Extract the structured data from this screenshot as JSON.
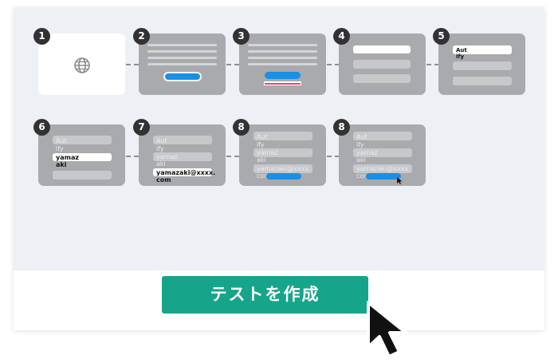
{
  "steps": [
    {
      "number": "1"
    },
    {
      "number": "2"
    },
    {
      "number": "3"
    },
    {
      "number": "4"
    },
    {
      "number": "5",
      "field_text": "Aut\nify"
    },
    {
      "number": "6",
      "lines": [
        "Aut",
        "ify",
        "yamaz",
        "aki"
      ]
    },
    {
      "number": "7",
      "lines": [
        "Aut",
        "ify",
        "yamaz",
        "aki",
        "yamazaki@xxxx.",
        "com"
      ]
    },
    {
      "number": "8",
      "lines": [
        "Aut",
        "ify",
        "yamaz",
        "aki",
        "yamazaki@xxxx.",
        "com"
      ]
    },
    {
      "number": "8",
      "lines": [
        "Aut",
        "ify",
        "yamaz",
        "aki",
        "yamazaki@xxxx.",
        "com"
      ]
    }
  ],
  "create_test_label": "テストを作成",
  "colors": {
    "canvas_bg": "#edf1f6",
    "card_gray": "#a8aaae",
    "accent_blue": "#1a8fe3",
    "cta_green": "#16a58a",
    "underline_red": "#e34b68",
    "badge_dark": "#323232"
  },
  "icons": {
    "step1": "globe-icon",
    "pointer": "mouse-pointer-icon"
  }
}
